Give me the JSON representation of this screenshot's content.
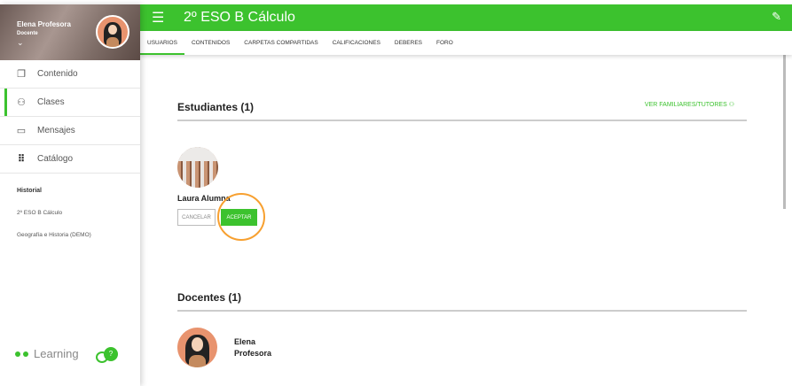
{
  "sidebar": {
    "user_name": "Elena Profesora",
    "user_role": "Docente",
    "nav": [
      {
        "label": "Contenido",
        "icon": "copy-icon"
      },
      {
        "label": "Clases",
        "icon": "users-icon"
      },
      {
        "label": "Mensajes",
        "icon": "message-icon"
      },
      {
        "label": "Catálogo",
        "icon": "grid-icon"
      }
    ],
    "history_title": "Historial",
    "history": [
      "2º ESO B Cálculo",
      "Geografía e Historia (DEMO)"
    ],
    "brand": "Learning",
    "help_badge": "?"
  },
  "header": {
    "title": "2º ESO B Cálculo"
  },
  "tabs": [
    "USUARIOS",
    "CONTENIDOS",
    "CARPETAS COMPARTIDAS",
    "CALIFICACIONES",
    "DEBERES",
    "FORO"
  ],
  "students": {
    "title": "Estudiantes (1)",
    "tutors_link": "VER FAMILIARES/TUTORES",
    "items": [
      {
        "name": "Laura Alumna",
        "cancel": "CANCELAR",
        "accept": "ACEPTAR"
      }
    ]
  },
  "teachers": {
    "title": "Docentes (1)",
    "items": [
      {
        "name": "Elena Profesora"
      }
    ]
  },
  "colors": {
    "accent": "#3cc22e",
    "highlight": "#f7a030"
  }
}
